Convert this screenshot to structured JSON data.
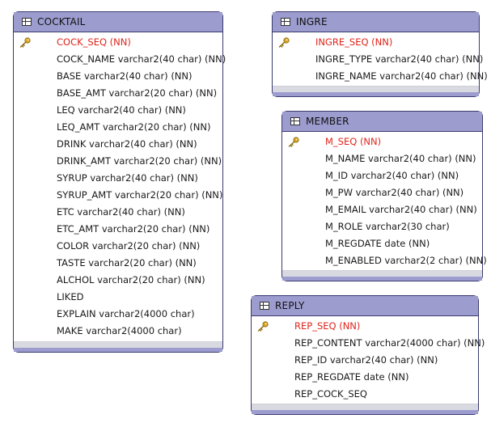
{
  "tables": {
    "cocktail": {
      "name": "COCKTAIL",
      "columns": [
        {
          "text": "COCK_SEQ  (NN)",
          "pk": true
        },
        {
          "text": "COCK_NAME varchar2(40 char) (NN)"
        },
        {
          "text": "BASE varchar2(40 char) (NN)"
        },
        {
          "text": "BASE_AMT varchar2(20 char) (NN)"
        },
        {
          "text": "LEQ varchar2(40 char) (NN)"
        },
        {
          "text": "LEQ_AMT varchar2(20 char) (NN)"
        },
        {
          "text": "DRINK varchar2(40 char) (NN)"
        },
        {
          "text": "DRINK_AMT varchar2(20 char) (NN)"
        },
        {
          "text": "SYRUP varchar2(40 char) (NN)"
        },
        {
          "text": "SYRUP_AMT varchar2(20 char) (NN)"
        },
        {
          "text": "ETC varchar2(40 char) (NN)"
        },
        {
          "text": "ETC_AMT varchar2(20 char) (NN)"
        },
        {
          "text": "COLOR varchar2(20 char) (NN)"
        },
        {
          "text": "TASTE varchar2(20 char) (NN)"
        },
        {
          "text": "ALCHOL varchar2(20 char) (NN)"
        },
        {
          "text": "LIKED"
        },
        {
          "text": "EXPLAIN varchar2(4000 char)"
        },
        {
          "text": "MAKE varchar2(4000 char)"
        }
      ]
    },
    "ingre": {
      "name": "INGRE",
      "columns": [
        {
          "text": "INGRE_SEQ  (NN)",
          "pk": true
        },
        {
          "text": "INGRE_TYPE varchar2(40 char) (NN)"
        },
        {
          "text": "INGRE_NAME varchar2(40 char) (NN)"
        }
      ]
    },
    "member": {
      "name": "MEMBER",
      "columns": [
        {
          "text": "M_SEQ  (NN)",
          "pk": true
        },
        {
          "text": "M_NAME varchar2(40 char) (NN)"
        },
        {
          "text": "M_ID varchar2(40 char) (NN)"
        },
        {
          "text": "M_PW varchar2(40 char) (NN)"
        },
        {
          "text": "M_EMAIL varchar2(40 char) (NN)"
        },
        {
          "text": "M_ROLE varchar2(30 char)"
        },
        {
          "text": "M_REGDATE date (NN)"
        },
        {
          "text": "M_ENABLED varchar2(2 char) (NN)"
        }
      ]
    },
    "reply": {
      "name": "REPLY",
      "columns": [
        {
          "text": "REP_SEQ  (NN)",
          "pk": true
        },
        {
          "text": "REP_CONTENT varchar2(4000 char) (NN)"
        },
        {
          "text": "REP_ID varchar2(40 char) (NN)"
        },
        {
          "text": "REP_REGDATE date (NN)"
        },
        {
          "text": "REP_COCK_SEQ"
        }
      ]
    }
  },
  "colors": {
    "header": "#9c9ccf",
    "border": "#3a3a6e",
    "primary_key_text": "#e0241b",
    "key_icon": "#d9a520"
  },
  "icons": {
    "table": "table-icon",
    "primary_key": "key-icon"
  }
}
